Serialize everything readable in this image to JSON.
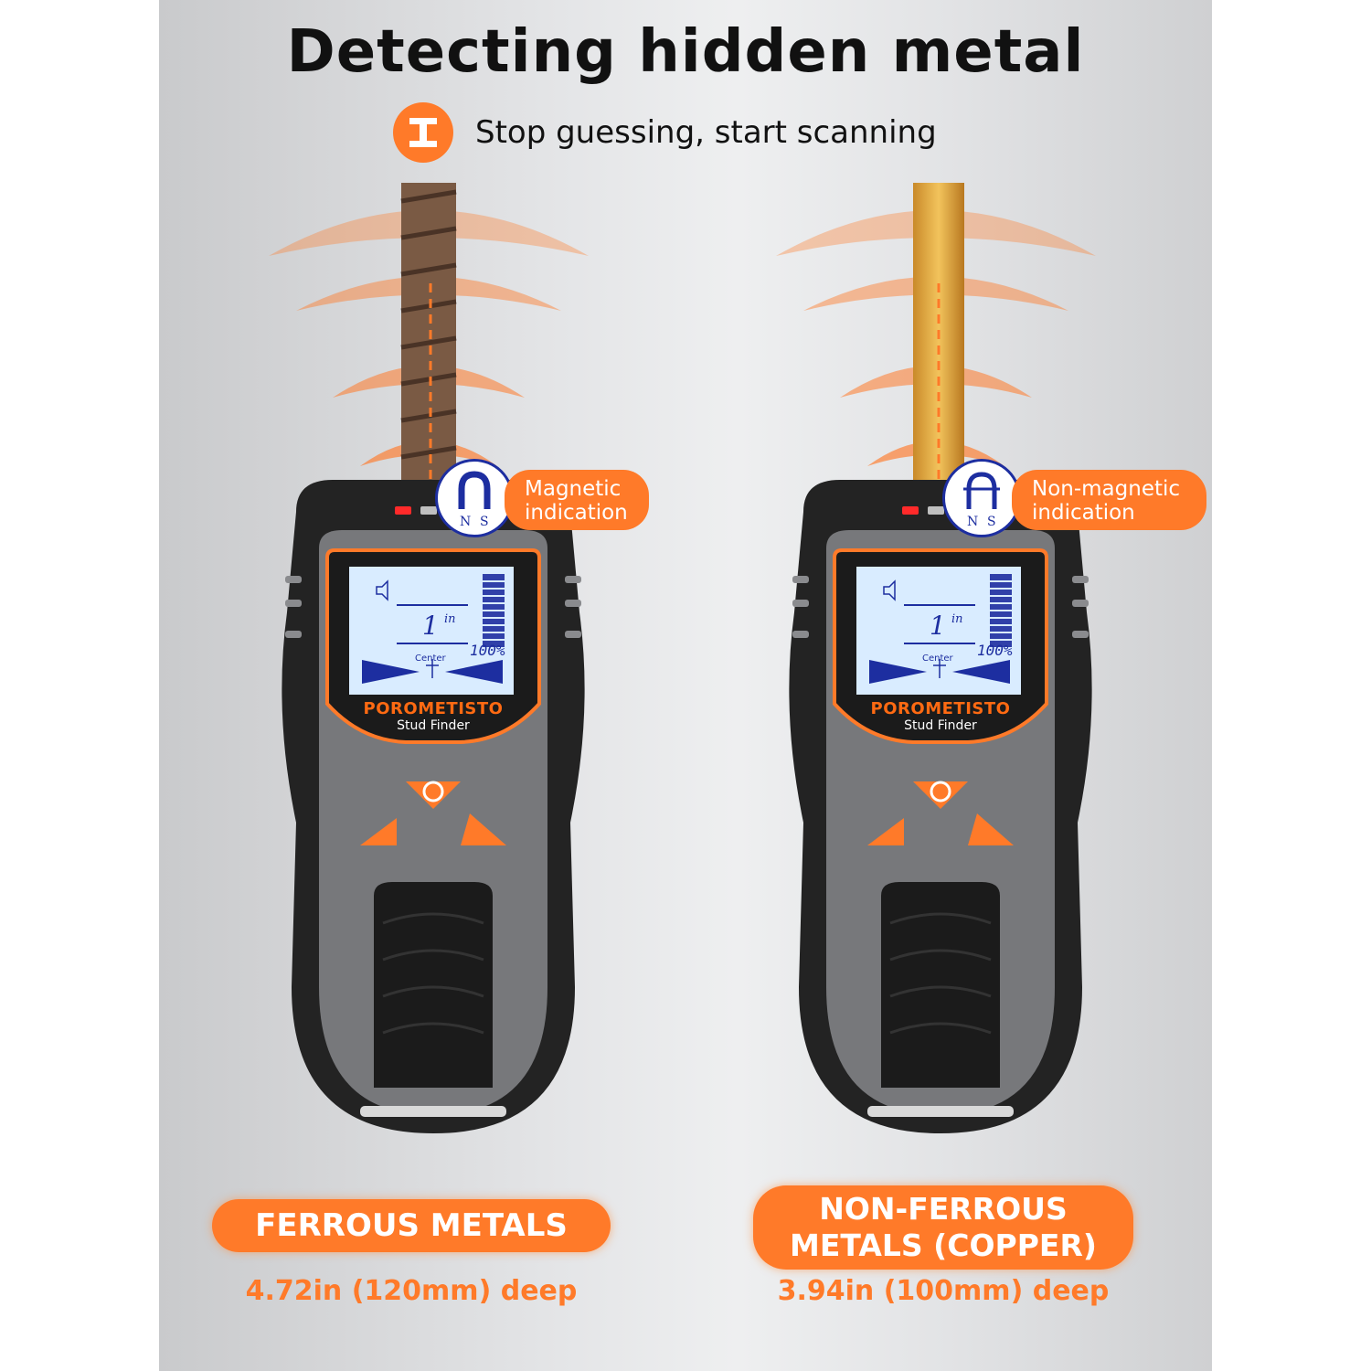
{
  "header": {
    "title": "Detecting hidden metal",
    "subtitle": "Stop guessing, start scanning"
  },
  "colors": {
    "accent": "#ff7a29",
    "device_body": "#6e6f72",
    "device_dark": "#232323",
    "lcd": "#d9ecff",
    "lcd_ink": "#1d2ea0"
  },
  "devices": [
    {
      "indicator": "Magnetic\nindication",
      "indicator_icon": "magnet-icon",
      "brand": "POROMETISTO",
      "model": "Stud Finder",
      "lcd_value": "1",
      "lcd_unit": "in",
      "lcd_percent": "100%",
      "lcd_center": "Center",
      "metal_type": "FERROUS METALS",
      "depth": "4.72in (120mm) deep"
    },
    {
      "indicator": "Non-magnetic\nindication",
      "indicator_icon": "non-magnet-icon",
      "brand": "POROMETISTO",
      "model": "Stud Finder",
      "lcd_value": "1",
      "lcd_unit": "in",
      "lcd_percent": "100%",
      "lcd_center": "Center",
      "metal_type": "NON-FERROUS\nMETALS (COPPER)",
      "depth": "3.94in (100mm) deep"
    }
  ]
}
